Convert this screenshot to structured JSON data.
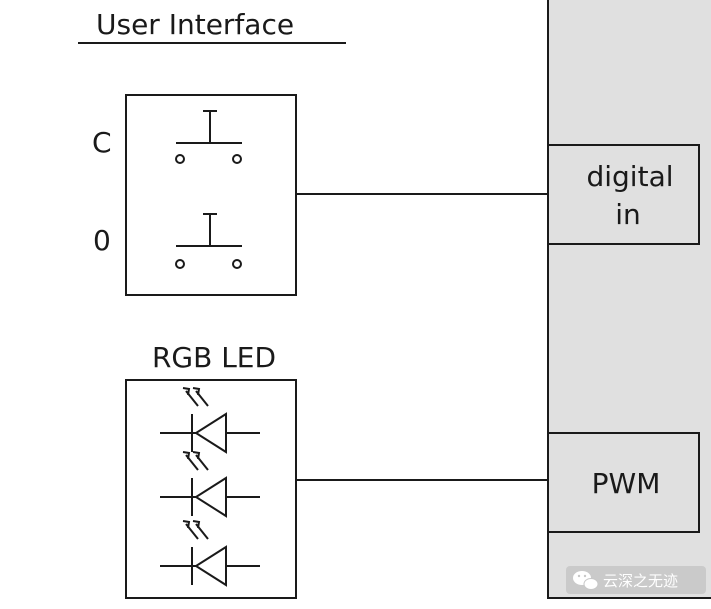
{
  "section_title": "User Interface",
  "buttons": {
    "top_label": "C",
    "bottom_label": "0"
  },
  "led": {
    "title": "RGB LED"
  },
  "mcu": {
    "digital_in_line1": "digital",
    "digital_in_line2": "in",
    "pwm_label": "PWM"
  },
  "watermark": {
    "text": "云深之无迹"
  },
  "colors": {
    "stroke": "#1a1a1a",
    "mcu_fill": "#e0e0e0",
    "box_fill": "#ffffff",
    "watermark_bg": "#c8c8c8"
  }
}
